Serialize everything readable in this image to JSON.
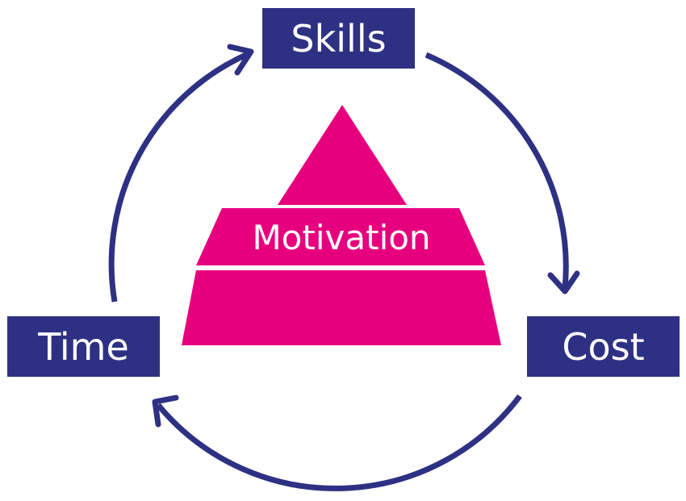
{
  "nodes": {
    "skills": "Skills",
    "cost": "Cost",
    "time": "Time"
  },
  "center": {
    "label": "Motivation"
  },
  "colors": {
    "node_fill": "#2e3183",
    "arrow": "#2e3183",
    "pyramid": "#e6007e",
    "text": "#ffffff",
    "background": "#ffffff"
  }
}
